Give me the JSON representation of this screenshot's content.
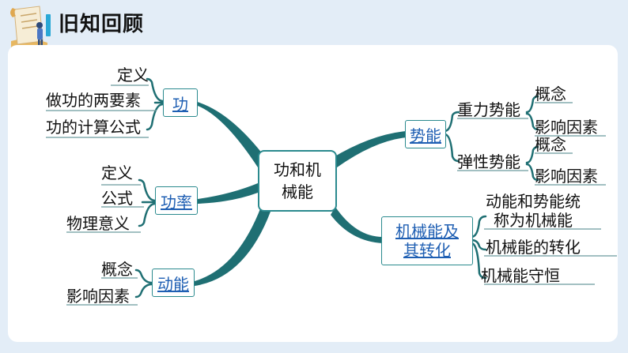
{
  "header": {
    "title": "旧知回顾",
    "icon": "scroll-icon"
  },
  "colors": {
    "branch": "#1f6f73",
    "box_border": "#2a8a8e",
    "link": "#1f5fb3",
    "accent": "#2aa8d6",
    "underline": "#6b9b9d"
  },
  "mindmap": {
    "center": [
      "功和机",
      "械能"
    ],
    "work": {
      "label": "功",
      "items": [
        "定义",
        "做功的两要素",
        "功的计算公式"
      ]
    },
    "power": {
      "label": "功率",
      "items": [
        "定义",
        "公式",
        "物理意义"
      ]
    },
    "kinetic": {
      "label": "动能",
      "items": [
        "概念",
        "影响因素"
      ]
    },
    "potential": {
      "label": "势能",
      "gravity": {
        "label": "重力势能",
        "items": [
          "概念",
          "影响因素"
        ]
      },
      "elastic": {
        "label": "弹性势能",
        "items": [
          "概念",
          "影响因素"
        ]
      }
    },
    "mechanical": {
      "label": [
        "机械能及",
        "其转化"
      ],
      "items": [
        "动能和势能统",
        "称为机械能",
        "机械能的转化",
        "机械能守恒"
      ]
    }
  }
}
